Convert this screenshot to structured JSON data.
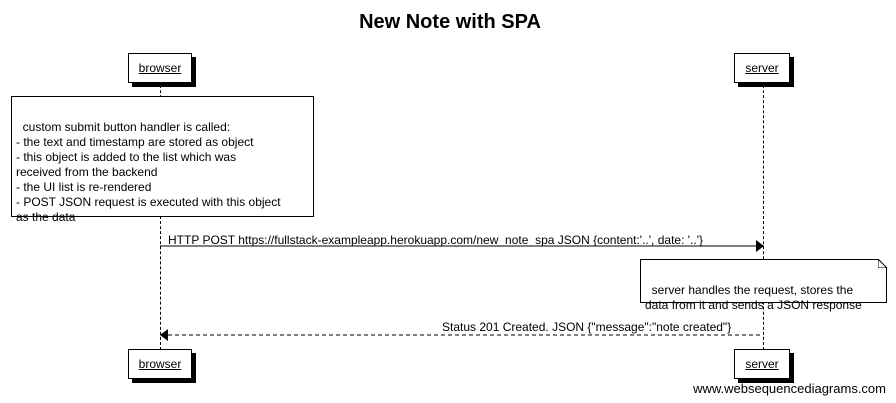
{
  "title": "New Note with SPA",
  "participants": {
    "browser": "browser",
    "server": "server"
  },
  "notes": {
    "browser_note": "custom submit button handler is called:\n- the text and timestamp are stored as object\n- this object is added to the list which was\nreceived from the backend\n- the UI list is re-rendered\n- POST JSON request is executed with this object\nas the data",
    "server_note": "server handles the request, stores the\ndata from it and sends a JSON response"
  },
  "messages": {
    "post_request": "HTTP POST https://fullstack-exampleapp.herokuapp.com/new_note_spa JSON {content:'..', date: '..'}",
    "response": "Status 201 Created. JSON {\"message\":\"note created\"}"
  },
  "watermark": "www.websequencediagrams.com"
}
